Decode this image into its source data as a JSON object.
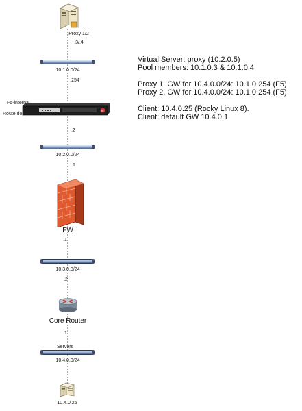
{
  "devices": {
    "proxy": {
      "label": "Proxy 1/2",
      "icon": "server-pair-icon"
    },
    "f5": {
      "label_line1": "F5-internal",
      "label_line2": "Route domain",
      "icon": "f5-appliance-icon"
    },
    "firewall": {
      "label": "FW",
      "icon": "firewall-icon"
    },
    "core_router": {
      "label": "Core Router",
      "icon": "router-icon"
    },
    "client": {
      "label": "10.4.0.25",
      "icon": "client-host-icon"
    }
  },
  "networks": [
    {
      "subnet": "10.1.0.0/24",
      "above": ".3/.4",
      "below": ".254"
    },
    {
      "subnet": "10.2.0.0/24",
      "above": ".2",
      "below": ".1"
    },
    {
      "subnet": "10.3.0.0/24",
      "above": ".1",
      "below": ".2"
    },
    {
      "subnet": "10.4.0.0/24",
      "above": ".1",
      "name": "Servers"
    }
  ],
  "notes": {
    "line1": "Virtual Server: proxy (10.2.0.5)",
    "line2": "Pool members: 10.1.0.3 & 10.1.0.4",
    "line3": "Proxy 1. GW for 10.4.0.0/24: 10.1.0.254 (F5)",
    "line4": "Proxy 2. GW for 10.4.0.0/24: 10.1.0.254 (F5)",
    "line5": "Client: 10.4.0.25 (Rocky Linux 8).",
    "line6": "Client: default GW 10.4.0.1"
  },
  "colors": {
    "network_bar": "#8fa6cf",
    "firewall_brick": "#d9532b",
    "router_body": "#7d8a99",
    "router_arrows": "#c0392b"
  }
}
